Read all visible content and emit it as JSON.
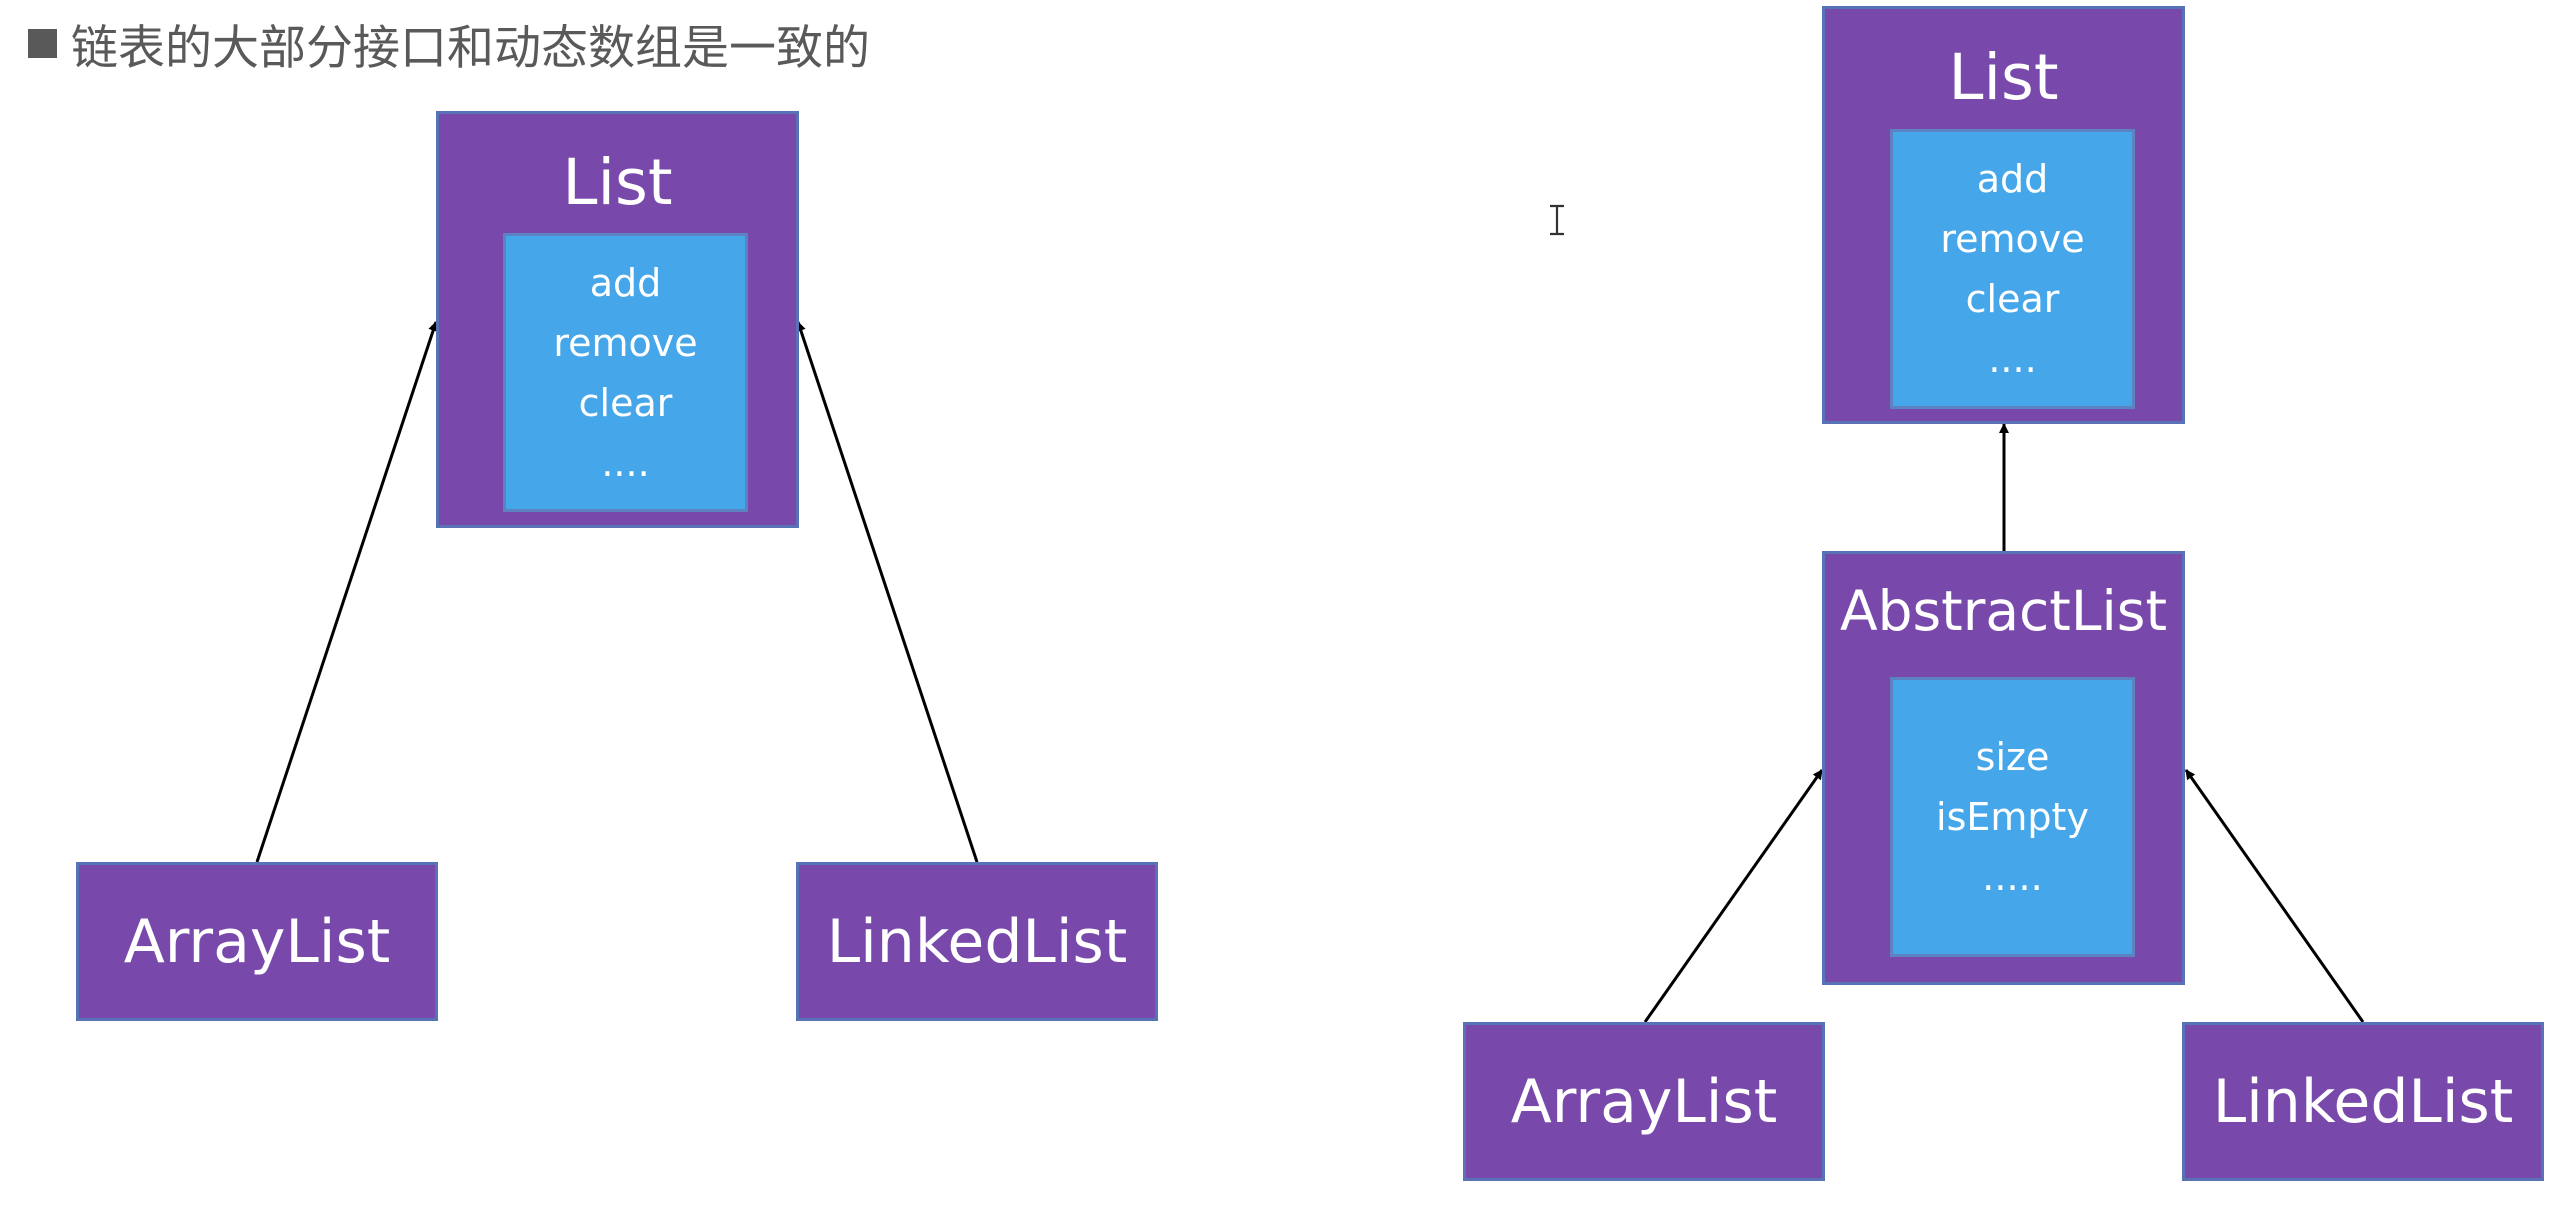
{
  "heading": {
    "text": "链表的大部分接口和动态数组是一致的",
    "bullet_icon": "square-bullet-icon"
  },
  "left_diagram": {
    "list": {
      "title": "List",
      "methods": [
        "add",
        "remove",
        "clear",
        "...."
      ]
    },
    "array_list": {
      "title": "ArrayList"
    },
    "linked_list": {
      "title": "LinkedList"
    }
  },
  "right_diagram": {
    "list": {
      "title": "List",
      "methods": [
        "add",
        "remove",
        "clear",
        "...."
      ]
    },
    "abstract_list": {
      "title": "AbstractList",
      "methods": [
        "size",
        "isEmpty",
        "....."
      ]
    },
    "array_list": {
      "title": "ArrayList"
    },
    "linked_list": {
      "title": "LinkedList"
    }
  },
  "colors": {
    "box_fill": "#7849ab",
    "box_border": "#5872b5",
    "inner_fill": "#45a6ea",
    "text": "#ffffff",
    "arrow": "#000000",
    "heading_text": "#595959"
  },
  "cursor_icon": "text-cursor-icon"
}
